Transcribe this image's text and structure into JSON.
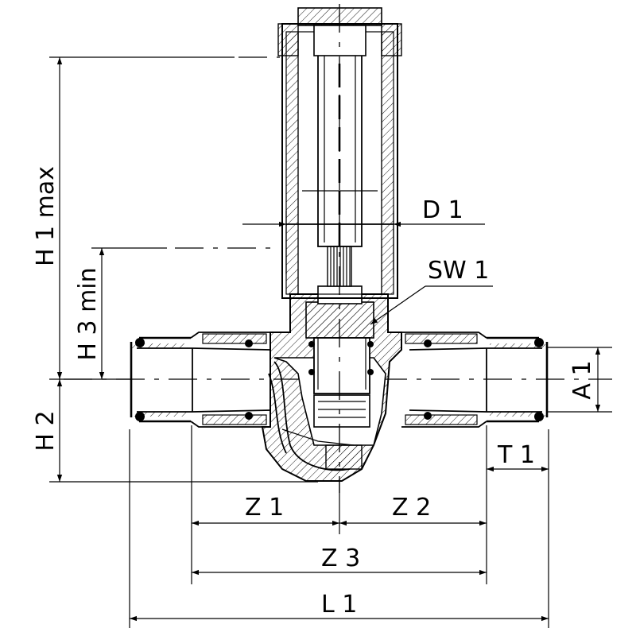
{
  "dimensions": {
    "h1": "H 1  max",
    "h2": "H 2",
    "h3": "H 3  min",
    "d1": "D 1",
    "sw1": "SW 1",
    "a1": "A 1",
    "t1": "T 1",
    "z1": "Z 1",
    "z2": "Z 2",
    "z3": "Z 3",
    "l1": "L 1"
  },
  "colors": {
    "line": "#000000",
    "background": "#ffffff"
  }
}
